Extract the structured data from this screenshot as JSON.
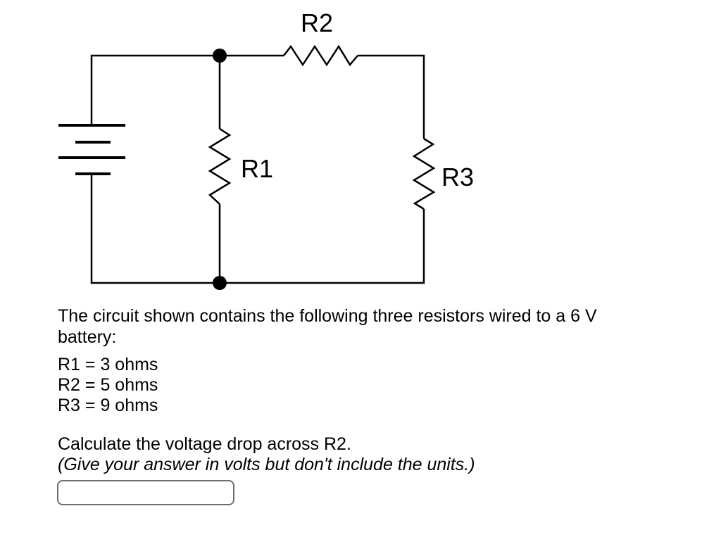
{
  "circuit": {
    "line_color": "#000000",
    "labels": {
      "r1": "R1",
      "r2": "R2",
      "r3": "R3"
    }
  },
  "problem": {
    "intro_lines": [
      "The circuit shown contains the following three resistors wired to a 6 V",
      "battery:"
    ],
    "resistor_values": [
      "R1 = 3 ohms",
      "R2 = 5 ohms",
      "R3 = 9 ohms"
    ],
    "question": "Calculate the voltage drop across R2.",
    "instruction": "(Give your answer in volts but don't include the units.)"
  },
  "answer_input": {
    "value": "",
    "placeholder": ""
  }
}
